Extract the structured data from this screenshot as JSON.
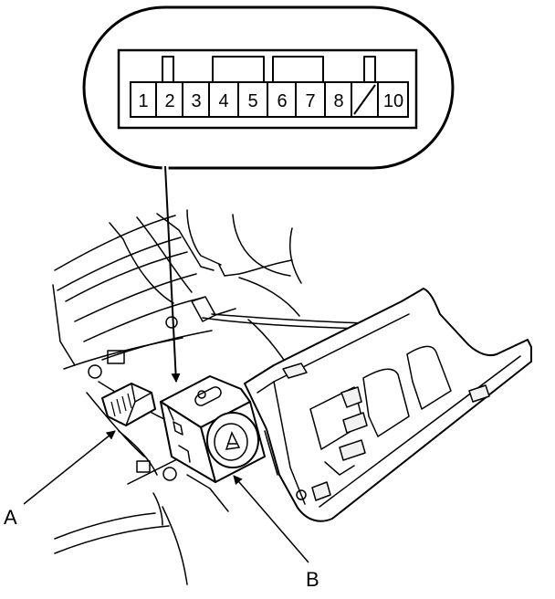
{
  "connector": {
    "pins": [
      "1",
      "2",
      "3",
      "4",
      "5",
      "6",
      "7",
      "8",
      "",
      "10"
    ]
  },
  "callouts": {
    "a": "A",
    "b": "B"
  }
}
